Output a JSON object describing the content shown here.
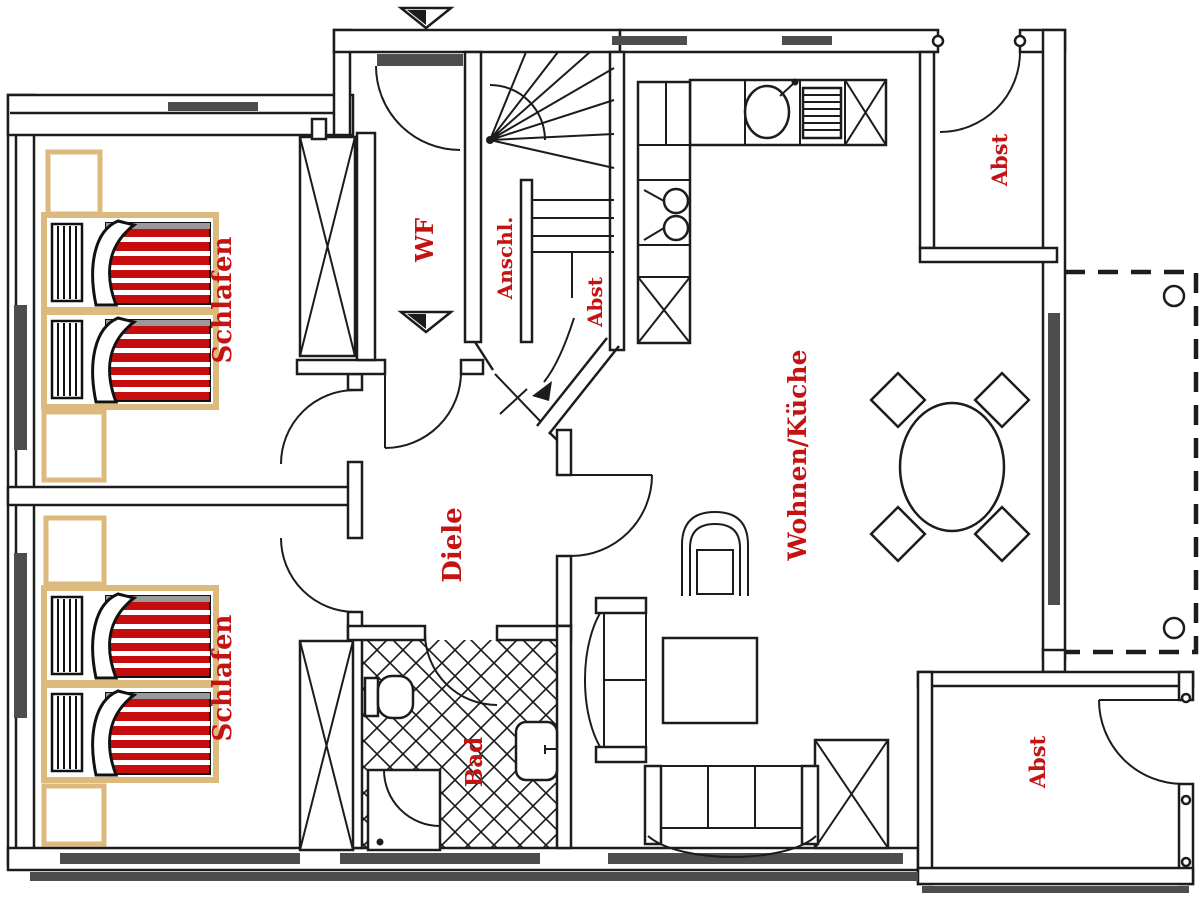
{
  "labels": {
    "bedroom_top": "Schlafen",
    "bedroom_bottom": "Schlafen",
    "wf": "WF",
    "anschluss": "Anschl.",
    "storage_under_stairs": "Abst",
    "storage_top_right": "Abst",
    "hall": "Diele",
    "living_kitchen": "Wohnen/Küche",
    "bath": "Bad",
    "storage_bottom_right": "Abst"
  },
  "colors": {
    "label_red": "#c41313",
    "bed_red": "#c60d0e",
    "bed_sheet_gray": "#9a9a9a",
    "wood_tan": "#dcba7e",
    "line_black": "#1c1c1c",
    "window_dark": "#4d4d4d",
    "background": "#ffffff"
  }
}
